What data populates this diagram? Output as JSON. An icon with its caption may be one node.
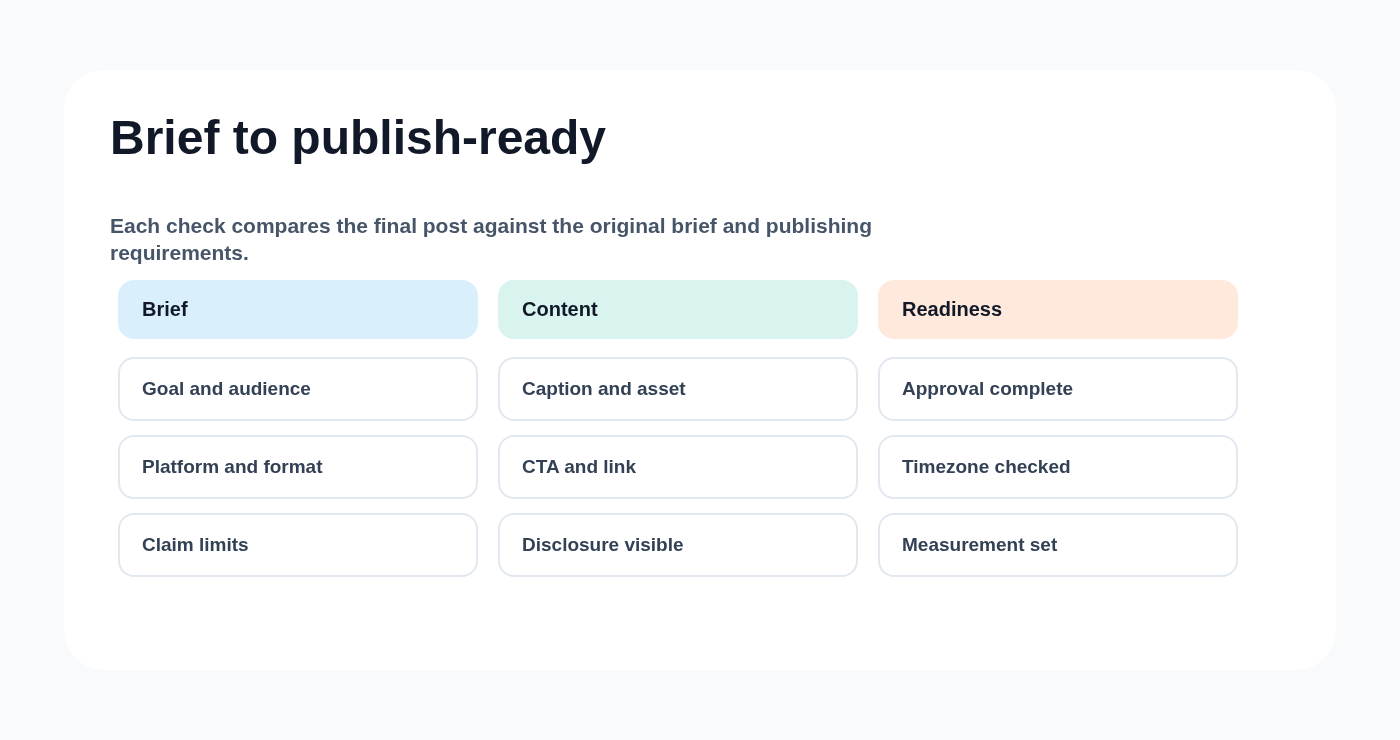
{
  "diagram": {
    "title": "Brief to publish-ready",
    "nodes": [
      {
        "text": [
          "Brief"
        ]
      },
      {
        "text": [
          "Content"
        ]
      },
      {
        "text": [
          "Readiness"
        ]
      },
      {
        "text": [
          "Goal and audience"
        ]
      },
      {
        "text": [
          "Caption and asset"
        ]
      },
      {
        "text": [
          "Approval complete"
        ]
      },
      {
        "text": [
          "Platform and format"
        ]
      },
      {
        "text": [
          "CTA and link"
        ]
      },
      {
        "text": [
          "Timezone checked"
        ]
      },
      {
        "text": [
          "Claim limits"
        ]
      },
      {
        "text": [
          "Disclosure visible"
        ]
      },
      {
        "text": [
          "Measurement set"
        ]
      }
    ],
    "labels": [
      "Each check compares the final post against the original brief and publishing requirements."
    ]
  }
}
